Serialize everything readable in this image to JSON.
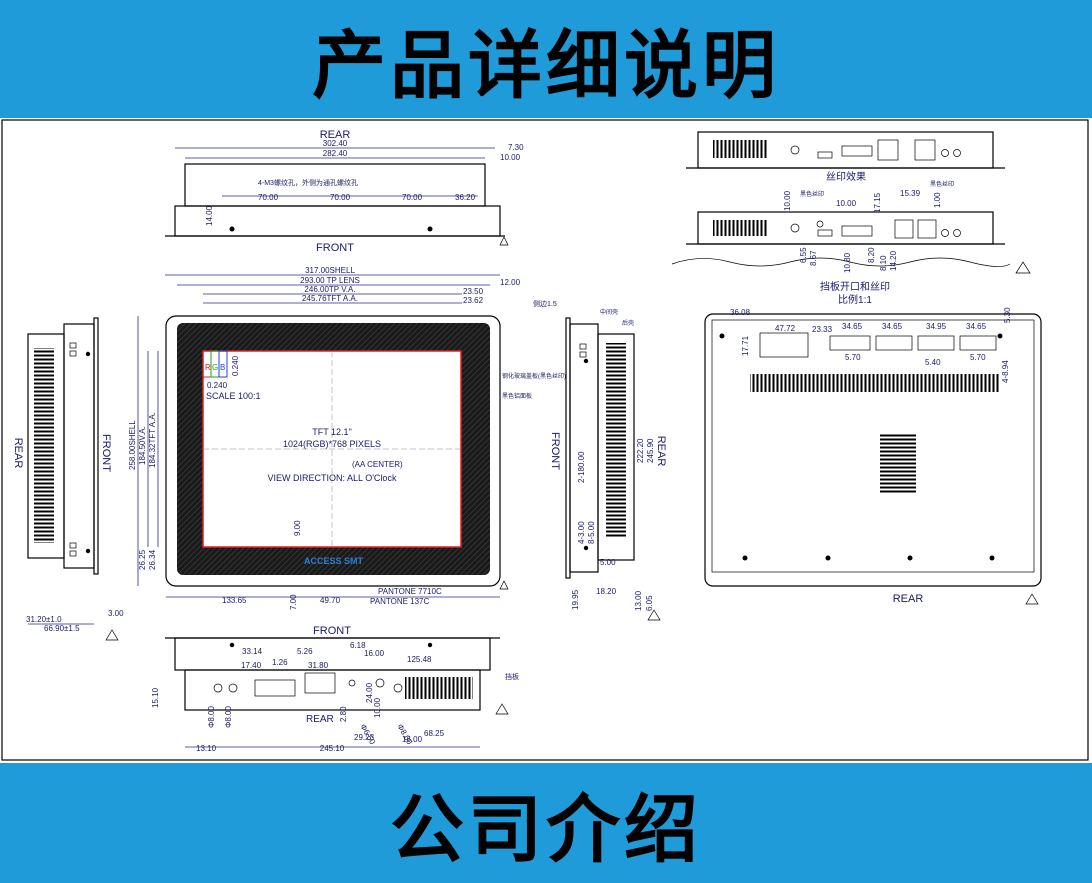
{
  "header": {
    "title": "产品详细说明"
  },
  "footer": {
    "title": "公司介绍"
  },
  "colors": {
    "banner": "#1e9bd8",
    "panel_red": "#e02020",
    "bezel": "#222222"
  },
  "drawing": {
    "top_view": {
      "rear_label": "REAR",
      "front_label": "FRONT",
      "dims": [
        "302.40",
        "282.40",
        "7.30",
        "10.00",
        "70.00",
        "70.00",
        "70.00",
        "36.20",
        "14.00"
      ],
      "note": "4-M3螺纹孔，外侧为通孔螺纹孔"
    },
    "front_view": {
      "shell_w": "317.00SHELL",
      "tp_lens": "293.00 TP LENS",
      "tp_va": "246.00TP V.A.",
      "tft_aa": "245.76TFT A.A.",
      "d_1200": "12.00",
      "d_2350": "23.50",
      "d_2362": "23.62",
      "shell_h": "258.00SHELL",
      "va_h": "184.50V.A.",
      "aa_h": "184.32TFT A.A.",
      "d_2625": "26.25",
      "d_2634": "26.34",
      "d_0240a": "0.240",
      "d_0240b": "0.240",
      "scale": "SCALE 100:1",
      "tft": "TFT 12.1\"",
      "pixels": "1024(RGB)*768 PIXELS",
      "aa_center": "(AA CENTER)",
      "view_dir": "VIEW DIRECTION: ALL O'Clock",
      "d_900": "9.00",
      "d_13365": "133.65",
      "d_700": "7.00",
      "d_4970": "49.70",
      "pantone1": "PANTONE 7710C",
      "pantone2": "PANTONE 137C",
      "logo": "ACCESS SMT",
      "label_glass": "钢化玻璃盖板(黑色丝印)",
      "label_frame": "黑色铝面板",
      "rgb_r": "R",
      "rgb_g": "G",
      "rgb_b": "B"
    },
    "left_side": {
      "rear_label": "REAR",
      "front_label": "FRONT",
      "d_3120": "31.20±1.0",
      "d_6690": "66.90±1.5",
      "d_300": "3.00"
    },
    "right_side": {
      "front_label": "FRONT",
      "rear_label": "REAR",
      "d_15": "侧边1.5",
      "d_top": "中间壳",
      "d_mid": "后壳",
      "d_2220": "222.20",
      "d_24590": "245.90",
      "d_2180": "2-180.00",
      "d_300": "4-3.00",
      "d_500a": "8-5.00",
      "d_500b": "5.00",
      "d_1995": "19.95",
      "d_1820": "18.20",
      "d_1300": "13.00",
      "d_605": "6.05"
    },
    "bottom_view": {
      "front_label": "FRONT",
      "rear_label": "REAR",
      "d_3314": "33.14",
      "d_526": "5.26",
      "d_618": "6.18",
      "d_1600a": "16.00",
      "d_12548": "125.48",
      "d_1740": "17.40",
      "d_126": "1.26",
      "d_3180": "31.80",
      "d_1510": "15.10",
      "d_800a": "Φ8.00",
      "d_800b": "Φ8.00",
      "d_280": "2.80",
      "d_2400": "24.00",
      "d_1000": "10.00",
      "d_650": "Φ6.50",
      "d_800c": "Φ8.00",
      "d_2923": "29.23",
      "d_1600b": "16.00",
      "d_6825": "68.25",
      "d_1310": "13.10",
      "d_24510": "245.10",
      "plate": "挡板"
    },
    "silk_view": {
      "title": "丝印效果",
      "silk_black": "黑色丝印",
      "silk_black2": "黑色丝印",
      "d_1000a": "10.00",
      "d_1000b": "10.00",
      "d_1539": "15.39",
      "d_1715": "17.15",
      "d_100": "1.00",
      "d_655": "6.55",
      "d_867": "8.67",
      "d_1080": "10.80",
      "d_820": "8.20",
      "d_810": "8.10",
      "d_1420": "14.20",
      "caption": "挡板开口和丝印",
      "ratio": "比例1:1"
    },
    "rear_view": {
      "rear_label": "REAR",
      "d_3608": "36.08",
      "d_4772": "47.72",
      "d_2333": "23.33",
      "d_3465a": "34.65",
      "d_3465b": "34.65",
      "d_3495": "34.95",
      "d_3465c": "34.65",
      "d_530": "5.30",
      "d_1771": "17.71",
      "d_570a": "5.70",
      "d_540": "5.40",
      "d_570b": "5.70",
      "d_894": "4-8.94"
    },
    "revision_mark": "1"
  }
}
